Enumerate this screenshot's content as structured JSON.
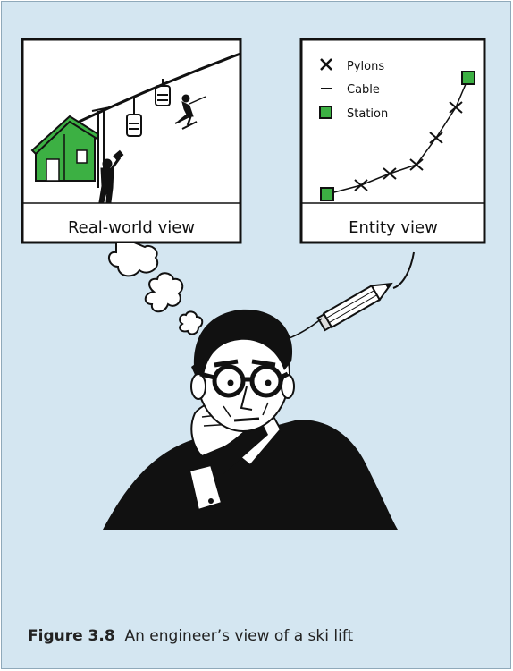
{
  "figure": {
    "number": "Figure 3.8",
    "caption": "An engineer’s view of a ski lift"
  },
  "real_world_box": {
    "label": "Real-world view"
  },
  "entity_box": {
    "label": "Entity view",
    "legend": [
      {
        "symbol": "cross",
        "label": "Pylons"
      },
      {
        "symbol": "line",
        "label": "Cable"
      },
      {
        "symbol": "square",
        "label": "Station"
      }
    ]
  },
  "colors": {
    "background": "#d4e6f1",
    "station_green": "#3cb043",
    "outline": "#111111"
  }
}
